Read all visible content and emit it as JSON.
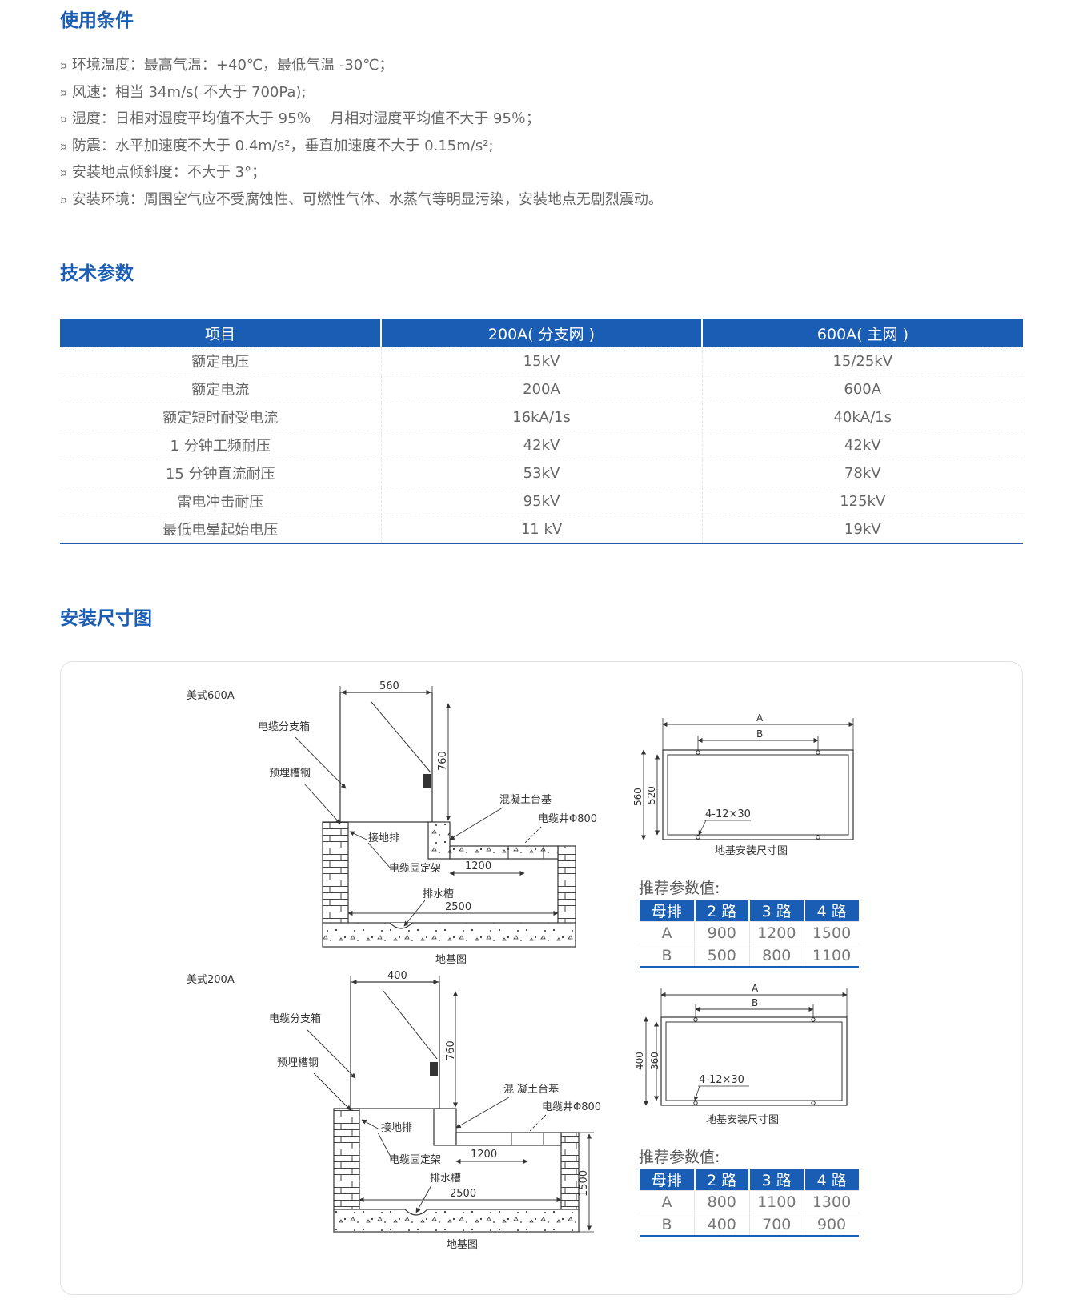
{
  "conditions": {
    "title": "使用条件",
    "bullet": "¤",
    "items": [
      "环境温度：最高气温：+40℃，最低气温 -30℃；",
      "风速：相当 34m/s( 不大于 700Pa);",
      "湿度：日相对湿度平均值不大于 95％　 月相对湿度平均值不大于 95％；",
      "防震：水平加速度不大于 0.4m/s²，垂直加速度不大于 0.15m/s²;",
      "安装地点倾斜度：不大于 3°；",
      "安装环境：周围空气应不受腐蚀性、可燃性气体、水蒸气等明显污染，安装地点无剧烈震动。"
    ]
  },
  "specs": {
    "title": "技术参数",
    "headers": [
      "项目",
      "200A( 分支网 )",
      "600A( 主网 )"
    ],
    "rows": [
      [
        "额定电压",
        "15kV",
        "15/25kV"
      ],
      [
        "额定电流",
        "200A",
        "600A"
      ],
      [
        "额定短时耐受电流",
        "16kA/1s",
        "40kA/1s"
      ],
      [
        "1 分钟工频耐压",
        "42kV",
        "42kV"
      ],
      [
        "15 分钟直流耐压",
        "53kV",
        "78kV"
      ],
      [
        "雷电冲击耐压",
        "95kV",
        "125kV"
      ],
      [
        "最低电晕起始电压",
        "11 kV",
        "19kV"
      ]
    ]
  },
  "install": {
    "title": "安装尺寸图",
    "colors": {
      "primary": "#1a5db4",
      "line": "#333333"
    },
    "drawing600": {
      "model": "美式600A",
      "labels": {
        "box": "电缆分支箱",
        "channel": "预埋槽钢",
        "base": "混凝土台基",
        "well": "电缆井Φ800",
        "ground": "接地排",
        "bracket": "电缆固定架",
        "drain": "排水槽",
        "caption": "地基图"
      },
      "dims": {
        "width": "560",
        "height": "760",
        "inner": "1200",
        "outer": "2500"
      }
    },
    "drawing200": {
      "model": "美式200A",
      "labels": {
        "box": "电缆分支箱",
        "channel": "预埋槽钢",
        "base": "混 凝土台基",
        "well": "电缆井Φ800",
        "ground": "接地排",
        "bracket": "电缆固定架",
        "drain": "排水槽",
        "caption": "地基图"
      },
      "dims": {
        "width": "400",
        "height": "760",
        "inner": "1200",
        "outer": "2500",
        "depth": "1500"
      }
    },
    "foundation600": {
      "a": "A",
      "b": "B",
      "outer_h": "560",
      "inner_h": "520",
      "holes": "4-12×30",
      "caption": "地基安装尺寸图"
    },
    "foundation200": {
      "a": "A",
      "b": "B",
      "outer_h": "400",
      "inner_h": "360",
      "holes": "4-12×30",
      "caption": "地基安装尺寸图"
    },
    "rec600": {
      "label": "推荐参数值:",
      "headers": [
        "母排",
        "2 路",
        "3 路",
        "4 路"
      ],
      "rows": [
        [
          "A",
          "900",
          "1200",
          "1500"
        ],
        [
          "B",
          "500",
          "800",
          "1100"
        ]
      ]
    },
    "rec200": {
      "label": "推荐参数值:",
      "headers": [
        "母排",
        "2 路",
        "3 路",
        "4 路"
      ],
      "rows": [
        [
          "A",
          "800",
          "1100",
          "1300"
        ],
        [
          "B",
          "400",
          "700",
          "900"
        ]
      ]
    }
  }
}
